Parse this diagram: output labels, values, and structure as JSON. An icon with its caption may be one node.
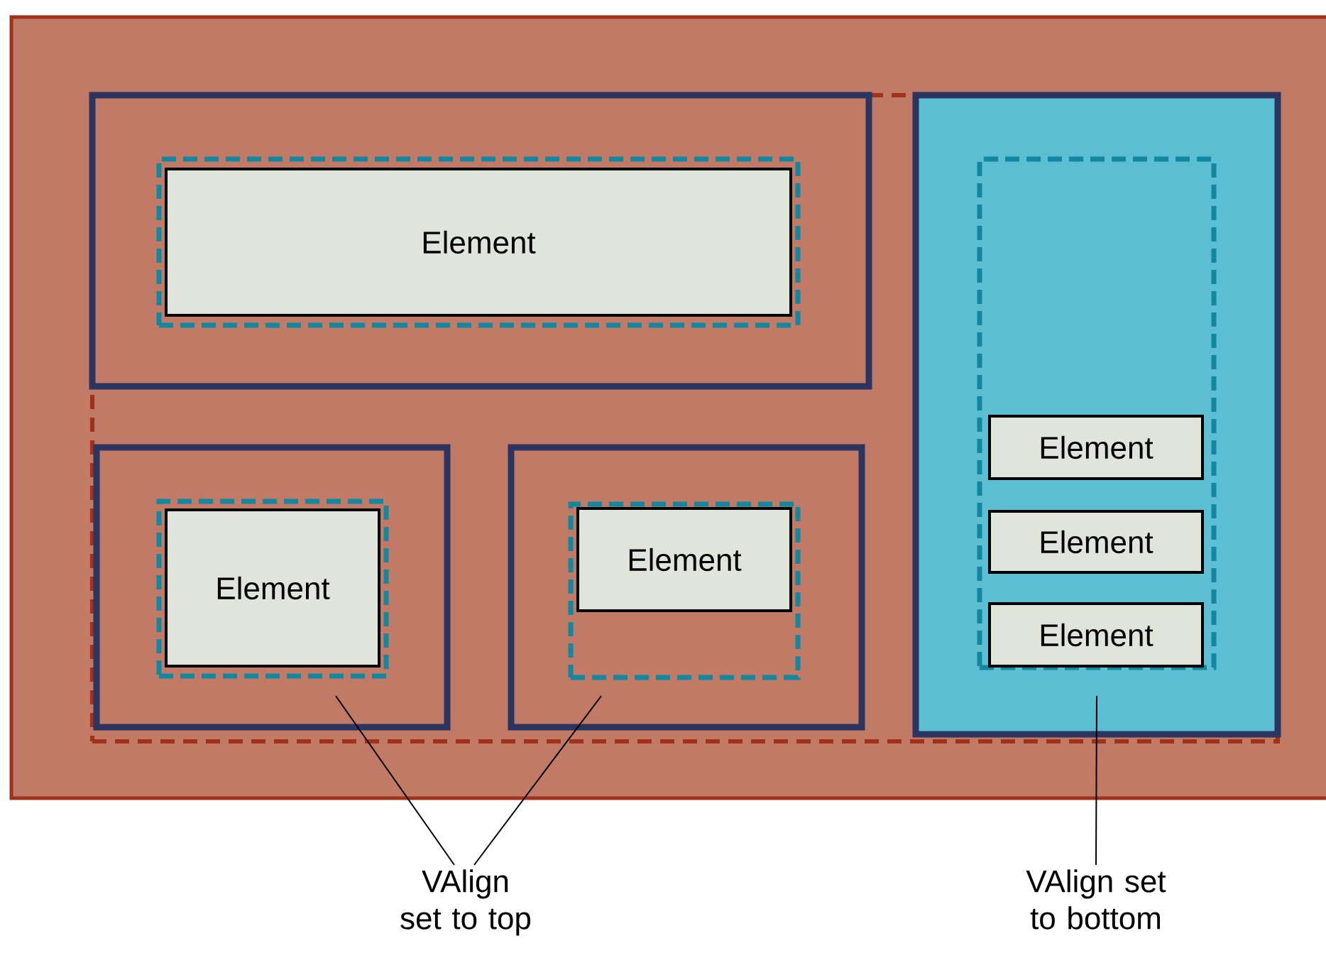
{
  "diagram": {
    "nodes": [
      {
        "text": [],
        "shape": "box"
      },
      {
        "text": [],
        "shape": "box",
        "in": 0
      },
      {
        "text": [],
        "shape": "box",
        "in": 1
      },
      {
        "text": [],
        "shape": "box",
        "in": 2
      },
      {
        "text": [
          "Element"
        ],
        "in": 3
      },
      {
        "text": [],
        "shape": "box",
        "in": 1
      },
      {
        "text": [],
        "shape": "box",
        "in": 5
      },
      {
        "text": [
          "Element"
        ],
        "in": 6
      },
      {
        "text": [],
        "shape": "box",
        "in": 1
      },
      {
        "text": [],
        "shape": "box",
        "in": 8
      },
      {
        "text": [
          "Element"
        ],
        "in": 9
      },
      {
        "text": [],
        "shape": "box",
        "in": 1
      },
      {
        "text": [],
        "shape": "box",
        "in": 11
      },
      {
        "text": [
          "Element"
        ],
        "in": 12
      },
      {
        "text": [
          "Element"
        ],
        "in": 12
      },
      {
        "text": [
          "Element"
        ],
        "in": 12
      },
      {
        "text": [
          "VAlign set to top"
        ]
      },
      {
        "text": [
          "VAlign set to bottom"
        ]
      }
    ],
    "edges": [
      {
        "from": 16,
        "to": 5,
        "arrow": "none"
      },
      {
        "from": 16,
        "to": 8,
        "arrow": "none"
      },
      {
        "from": 17,
        "to": 11,
        "arrow": "none"
      }
    ]
  }
}
